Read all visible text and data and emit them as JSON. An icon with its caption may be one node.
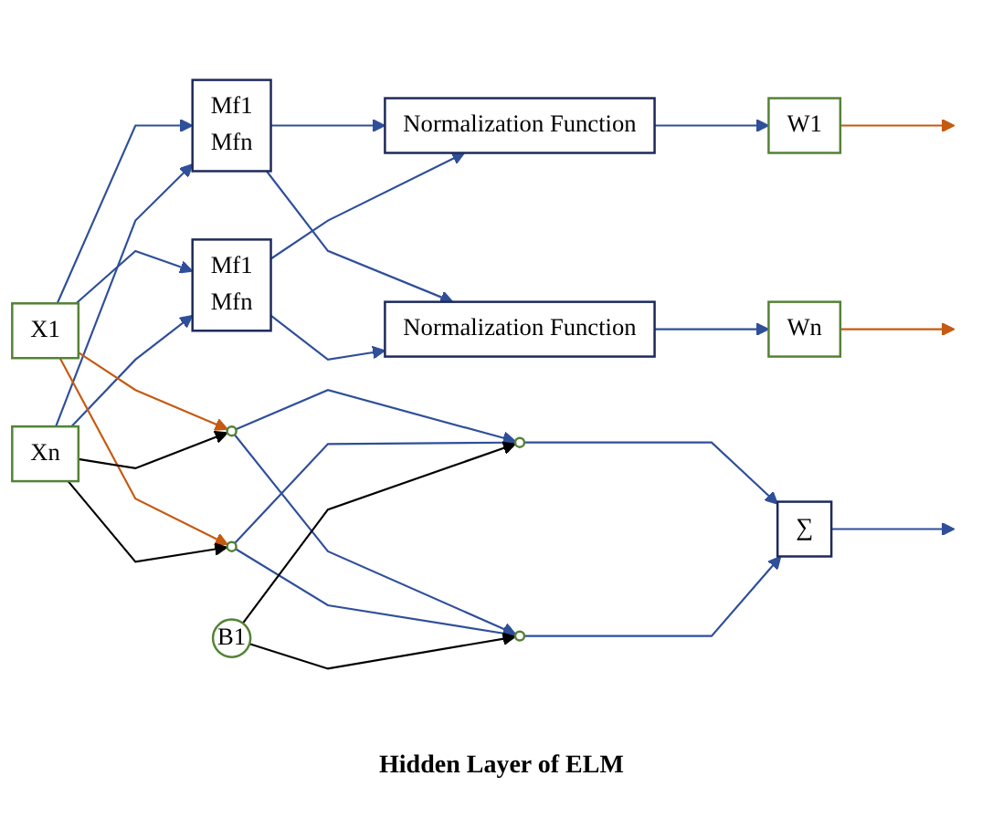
{
  "diagram": {
    "nodes": [
      {
        "text": [
          "X1"
        ]
      },
      {
        "text": [
          "Xn"
        ]
      },
      {
        "text": [
          "Mf1",
          "Mfn"
        ]
      },
      {
        "text": [
          "Mf1",
          "Mfn"
        ]
      },
      {
        "text": [
          "Normalization Function"
        ]
      },
      {
        "text": [
          "Normalization Function"
        ]
      },
      {
        "text": [
          "W1"
        ]
      },
      {
        "text": [
          "Wn"
        ]
      },
      {
        "text": [],
        "shape": "circle"
      },
      {
        "text": [],
        "shape": "circle"
      },
      {
        "text": [],
        "shape": "circle"
      },
      {
        "text": [],
        "shape": "circle"
      },
      {
        "text": [
          "∑"
        ]
      },
      {
        "text": [
          "B1"
        ]
      }
    ],
    "edges": [
      {
        "from": 0,
        "to": 2,
        "arrow": "to"
      },
      {
        "from": 0,
        "to": 3,
        "arrow": "to"
      },
      {
        "from": 1,
        "to": 2,
        "arrow": "to"
      },
      {
        "from": 1,
        "to": 3,
        "arrow": "to"
      },
      {
        "from": 2,
        "to": 4,
        "arrow": "to"
      },
      {
        "from": 2,
        "to": 5,
        "arrow": "to"
      },
      {
        "from": 3,
        "to": 4,
        "arrow": "to"
      },
      {
        "from": 3,
        "to": 5,
        "arrow": "to"
      },
      {
        "from": 4,
        "to": 6,
        "arrow": "to"
      },
      {
        "from": 5,
        "to": 7,
        "arrow": "to"
      },
      {
        "from": 0,
        "to": 8,
        "arrow": "to",
        "color": "#c55a11"
      },
      {
        "from": 0,
        "to": 9,
        "arrow": "to",
        "color": "#c55a11"
      },
      {
        "from": 1,
        "to": 8,
        "arrow": "to",
        "color": "#000000"
      },
      {
        "from": 1,
        "to": 9,
        "arrow": "to",
        "color": "#000000"
      },
      {
        "from": 8,
        "to": 10,
        "arrow": "to"
      },
      {
        "from": 8,
        "to": 11,
        "arrow": "to"
      },
      {
        "from": 9,
        "to": 10,
        "arrow": "to"
      },
      {
        "from": 9,
        "to": 11,
        "arrow": "to"
      },
      {
        "from": 13,
        "to": 10,
        "arrow": "to",
        "color": "#000000"
      },
      {
        "from": 13,
        "to": 11,
        "arrow": "to",
        "color": "#000000"
      },
      {
        "from": 10,
        "to": 12,
        "arrow": "to"
      },
      {
        "from": 11,
        "to": 12,
        "arrow": "to"
      },
      {
        "from": 6,
        "to": null,
        "arrow": "to",
        "color": "#c55a11"
      },
      {
        "from": 7,
        "to": null,
        "arrow": "to",
        "color": "#c55a11"
      },
      {
        "from": 12,
        "to": null,
        "arrow": "to"
      }
    ],
    "labels": [
      "Hidden Layer of ELM"
    ]
  }
}
